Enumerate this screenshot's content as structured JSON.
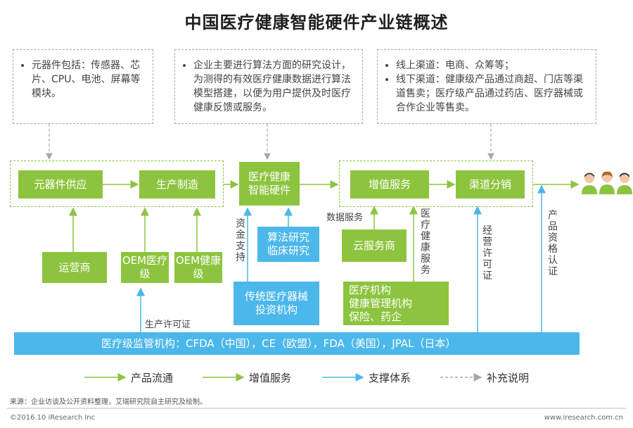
{
  "title": "中国医疗健康智能硬件产业链概述",
  "notes": [
    {
      "items": [
        "元器件包括：传感器、芯片、CPU、电池、屏幕等模块。"
      ]
    },
    {
      "items": [
        "企业主要进行算法方面的研究设计，为测得的有效医疗健康数据进行算法模型搭建，以便为用户提供及时医疗健康反馈或服务。"
      ]
    },
    {
      "items": [
        "线上渠道：电商、众筹等；",
        "线下渠道：健康级产品通过商超、门店等渠道售卖；医疗级产品通过药店、医疗器械或合作企业等售卖。"
      ]
    }
  ],
  "chain": {
    "components": "元器件供应",
    "manufacturing": "生产制造",
    "hardware": "医疗健康智能硬件",
    "value_added": "增值服务",
    "channels": "渠道分销"
  },
  "support": {
    "operators": "运营商",
    "oem_medical": "OEM医疗级",
    "oem_health": "OEM健康级",
    "algorithm": "算法研究临床研究",
    "traditional": "传统医疗器械投资机构",
    "cloud": "云服务商",
    "institutions": [
      "医疗机构",
      "健康管理机构",
      "保险、药企"
    ]
  },
  "labels": {
    "capital_support": "资金支持",
    "data_services": "数据服务",
    "medical_health_services": "医疗健康服务",
    "business_license": "经营许可证",
    "product_qualification": "产品资格认证",
    "production_license": "生产许可证"
  },
  "regulator": "医疗级监管机构：CFDA（中国），CE（欧盟），FDA（美国），JPAL（日本）",
  "legend": [
    {
      "label": "产品流通",
      "color": "#8dc43f"
    },
    {
      "label": "增值服务",
      "color": "#8dc43f"
    },
    {
      "label": "支撑体系",
      "color": "#4cb7ea"
    },
    {
      "label": "补充说明",
      "color": "#a8a8a8"
    }
  ],
  "footnote": "来源：企业访谈及公开资料整理，艾瑞研究院自主研究及绘制。",
  "footer_left": "©2016.10 iResearch Inc",
  "footer_right": "www.iresearch.com.cn",
  "colors": {
    "green": "#8dc43f",
    "blue": "#4cb7ea",
    "gray": "#a8a8a8"
  }
}
